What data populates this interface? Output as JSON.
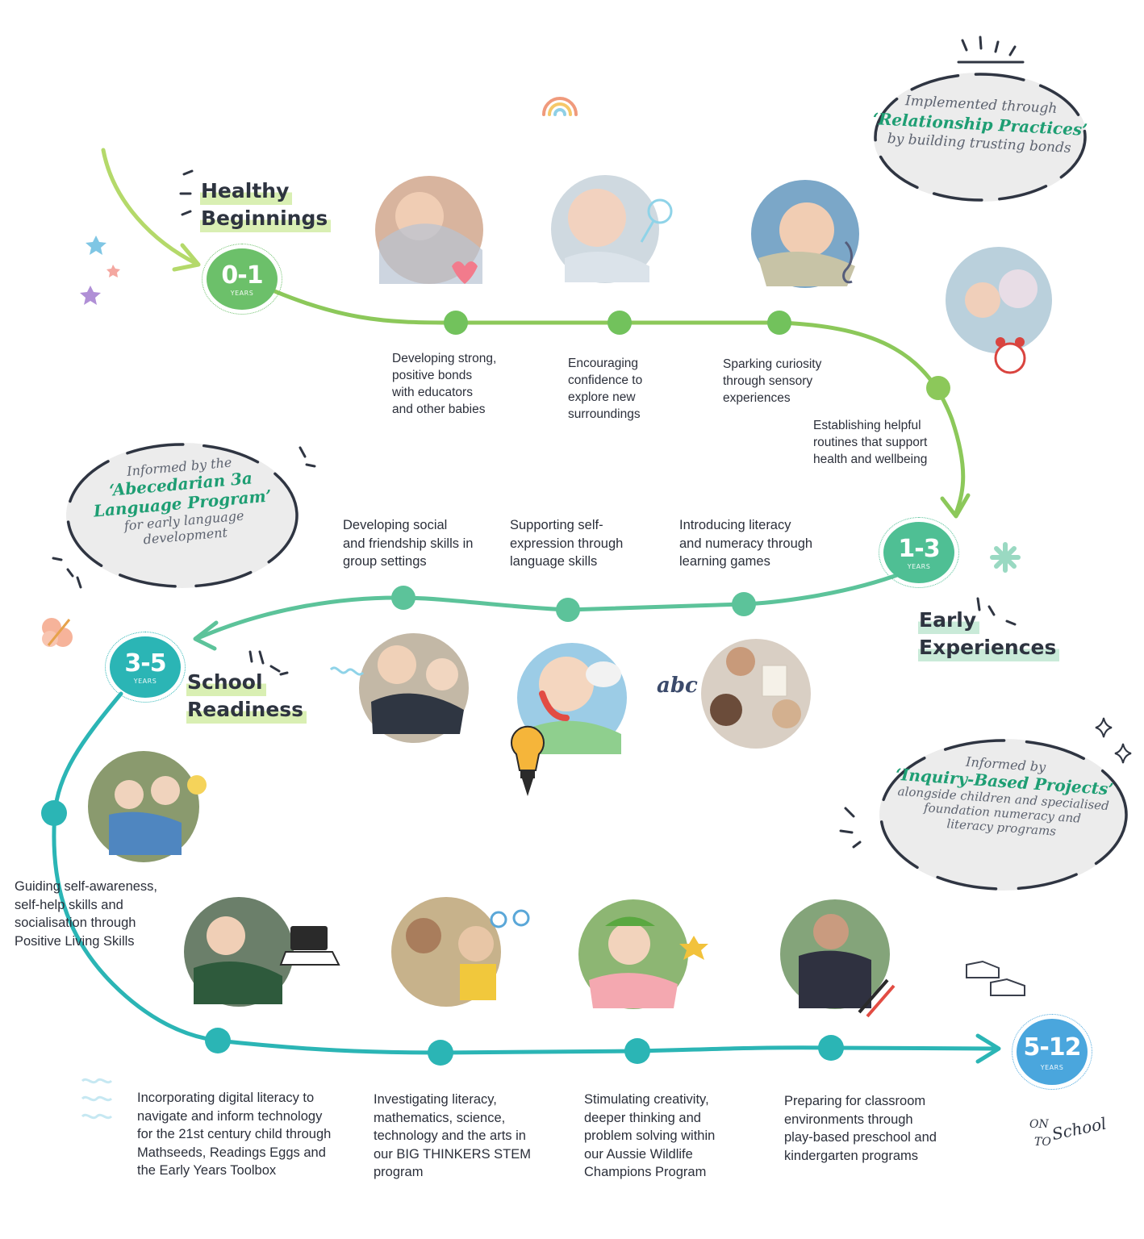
{
  "colors": {
    "lime": "#8cc85a",
    "green": "#6cc06a",
    "teal_green": "#4fbf94",
    "teal": "#2bb5b5",
    "blue": "#4aa6dd",
    "note_bg": "#ececec",
    "accent_text": "#1e9e73"
  },
  "stages": [
    {
      "badge": "0-1",
      "unit": "YEARS",
      "title_line1": "Healthy",
      "title_line2": "Beginnings"
    },
    {
      "badge": "1-3",
      "unit": "YEARS",
      "title_line1": "Early",
      "title_line2": "Experiences"
    },
    {
      "badge": "3-5",
      "unit": "YEARS",
      "title_line1": "School",
      "title_line2": "Readiness"
    },
    {
      "badge": "5-12",
      "unit": "YEARS"
    }
  ],
  "steps": [
    "Developing strong,\npositive bonds\nwith educators\nand other babies",
    "Encouraging\nconfidence to\nexplore new\nsurroundings",
    "Sparking curiosity\nthrough sensory\nexperiences",
    "Establishing helpful\nroutines that support\nhealth and wellbeing",
    "Developing social\nand friendship skills in\ngroup settings",
    "Supporting self-\nexpression through\nlanguage skills",
    "Introducing literacy\nand numeracy through\nlearning games",
    "Guiding self-awareness,\nself-help skills and\nsocialisation through\nPositive Living Skills",
    "Incorporating digital literacy to\nnavigate and inform technology\nfor the 21st century child through\nMathseeds, Readings Eggs and\nthe Early Years Toolbox",
    "Investigating literacy,\nmathematics, science,\ntechnology and the arts in\nour BIG THINKERS STEM\nprogram",
    "Stimulating creativity,\ndeeper thinking and\nproblem solving within\nour Aussie Wildlife\nChampions Program",
    "Preparing for classroom\nenvironments through\nplay-based preschool and\nkindergarten programs"
  ],
  "notes": [
    {
      "line1": "Implemented through",
      "emph1": "‘Relationship Practices’",
      "line2": "by building trusting bonds"
    },
    {
      "line1": "Informed by the",
      "emph1": "‘Abecedarian 3a",
      "emph2": "Language Program’",
      "line2": "for early language",
      "line3": "development"
    },
    {
      "line1": "Informed by",
      "emph1": "‘Inquiry-Based Projects’",
      "line2": "alongside children and specialised",
      "line3": "foundation numeracy and",
      "line4": "literacy programs"
    }
  ],
  "doodles": {
    "abc_text": "abc",
    "school_top": "ON",
    "school_bottom": "TO",
    "school_word": "School"
  }
}
